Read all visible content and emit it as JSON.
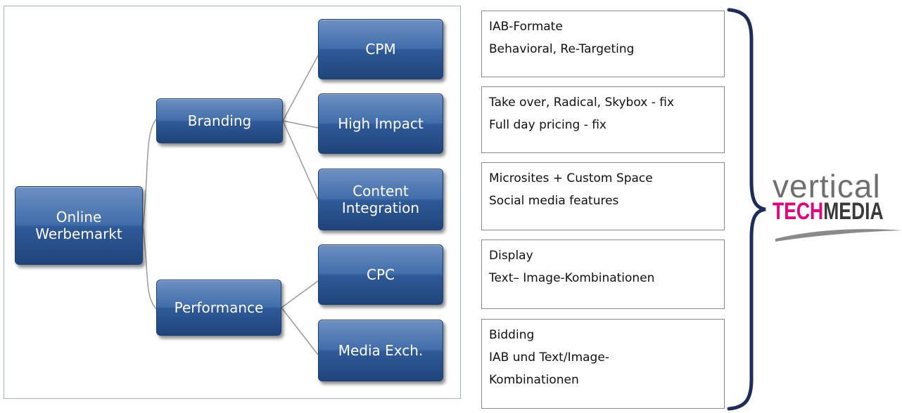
{
  "tree": {
    "root": "Online\nWerbemarkt",
    "branches": [
      {
        "label": "Branding",
        "leaves": [
          "CPM",
          "High Impact",
          "Content\nIntegration"
        ]
      },
      {
        "label": "Performance",
        "leaves": [
          "CPC",
          "Media Exch."
        ]
      }
    ]
  },
  "descriptions": [
    {
      "lines": [
        "IAB-Formate",
        "Behavioral, Re-Targeting"
      ]
    },
    {
      "lines": [
        "Take over, Radical, Skybox - fix",
        "Full day pricing - fix"
      ]
    },
    {
      "lines": [
        "Microsites + Custom Space",
        "Social media features"
      ]
    },
    {
      "lines": [
        "Display",
        "Text– Image-Kombinationen"
      ]
    },
    {
      "lines": [
        "Bidding",
        "IAB und Text/Image-",
        "Kombinationen"
      ]
    }
  ],
  "logo": {
    "top_text": "vertical",
    "bottom_tech": "TECH",
    "bottom_media": "MEDIA"
  },
  "colors": {
    "node_fill": "#426eab",
    "node_border": "#1d3f74",
    "connector": "#9a9a9a",
    "brace": "#1f2d5a",
    "logo_pink": "#e6007e",
    "logo_gray": "#6f6f6f"
  }
}
